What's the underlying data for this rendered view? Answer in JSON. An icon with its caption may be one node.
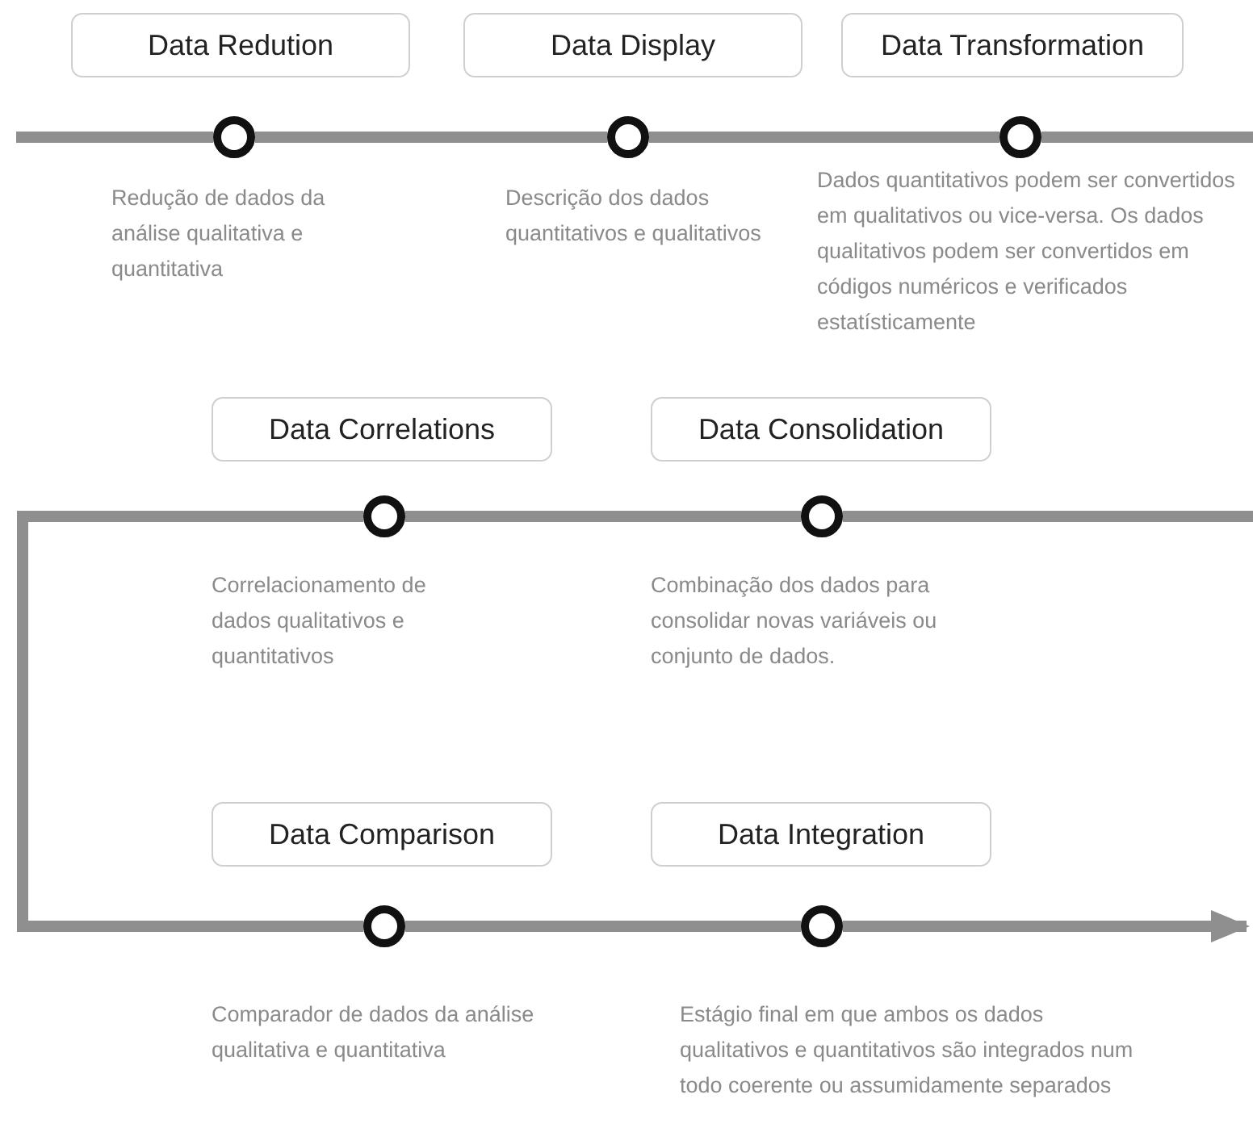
{
  "diagram": {
    "nodes": [
      {
        "text": [
          "Data Redution"
        ]
      },
      {
        "text": [
          "Data Display"
        ]
      },
      {
        "text": [
          "Data Transformation"
        ]
      },
      {
        "text": [],
        "shape": "circle",
        "beside": [
          "Redução de dados da análise qualitativa e quantitativa"
        ]
      },
      {
        "text": [],
        "shape": "circle",
        "beside": [
          "Descrição dos dados quantitativos e qualitativos"
        ]
      },
      {
        "text": [],
        "shape": "circle",
        "beside": [
          "Dados quantitativos podem ser convertidos em qualitativos ou vice-versa. Os dados qualitativos podem ser convertidos em códigos numéricos e verificados estatísticamente"
        ]
      },
      {
        "text": [
          "Data Correlations"
        ]
      },
      {
        "text": [
          "Data Consolidation"
        ]
      },
      {
        "text": [],
        "shape": "circle",
        "beside": [
          "Correlacionamento de dados qualitativos e quantitativos"
        ]
      },
      {
        "text": [],
        "shape": "circle",
        "beside": [
          "Combinação dos dados para consolidar novas variáveis ou conjunto de dados."
        ]
      },
      {
        "text": [
          "Data Comparison"
        ]
      },
      {
        "text": [
          "Data Integration"
        ]
      },
      {
        "text": [],
        "shape": "circle",
        "beside": [
          "Comparador de dados da análise qualitativa e quantitativa"
        ]
      },
      {
        "text": [],
        "shape": "circle",
        "beside": [
          "Estágio final em que ambos os dados qualitativos e quantitativos são integrados num todo coerente ou assumidamente separados"
        ]
      }
    ],
    "edges": [
      {
        "from": null,
        "to": 3,
        "arrow": "none"
      },
      {
        "from": 3,
        "to": 4,
        "arrow": "none"
      },
      {
        "from": 4,
        "to": 5,
        "arrow": "none"
      },
      {
        "from": 5,
        "to": null,
        "arrow": "none"
      },
      {
        "from": 8,
        "to": 9,
        "arrow": "none"
      },
      {
        "from": 9,
        "to": null,
        "arrow": "none"
      },
      {
        "from": 8,
        "to": 12,
        "arrow": "none"
      },
      {
        "from": 12,
        "to": 13,
        "arrow": "none"
      },
      {
        "from": 13,
        "to": null,
        "arrow": "to"
      }
    ]
  }
}
